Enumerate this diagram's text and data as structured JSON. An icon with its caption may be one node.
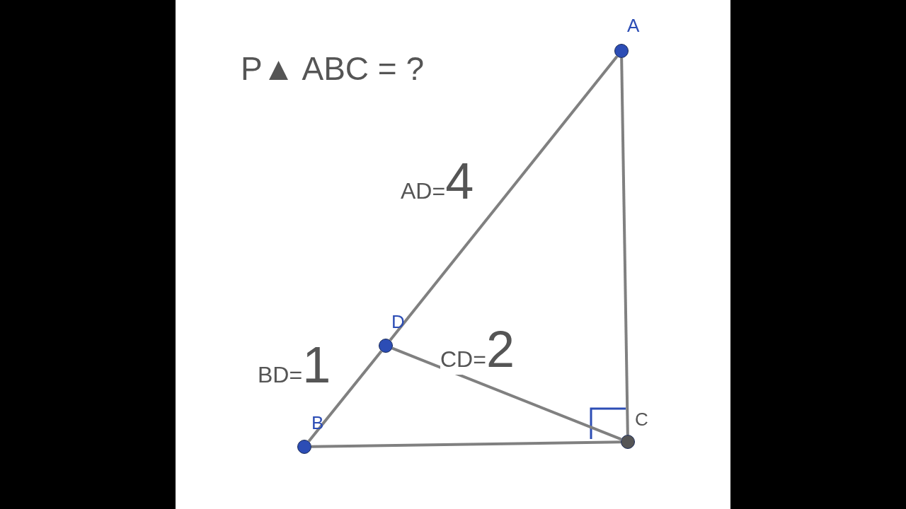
{
  "diagram": {
    "title": "P▲ ABC = ?",
    "nodes": [
      {
        "text": [
          "A"
        ]
      },
      {
        "text": [
          "D"
        ]
      },
      {
        "text": [
          "B"
        ]
      },
      {
        "text": [
          "C"
        ]
      }
    ],
    "edges": [
      {
        "from": 0,
        "to": 1,
        "arrow": "none",
        "label": "AD=4"
      },
      {
        "from": 1,
        "to": 2,
        "arrow": "none",
        "label": "BD=1"
      },
      {
        "from": 2,
        "to": 3,
        "arrow": "none"
      },
      {
        "from": 3,
        "to": 0,
        "arrow": "none"
      },
      {
        "from": 1,
        "to": 3,
        "arrow": "none",
        "label": "CD=2"
      }
    ]
  }
}
